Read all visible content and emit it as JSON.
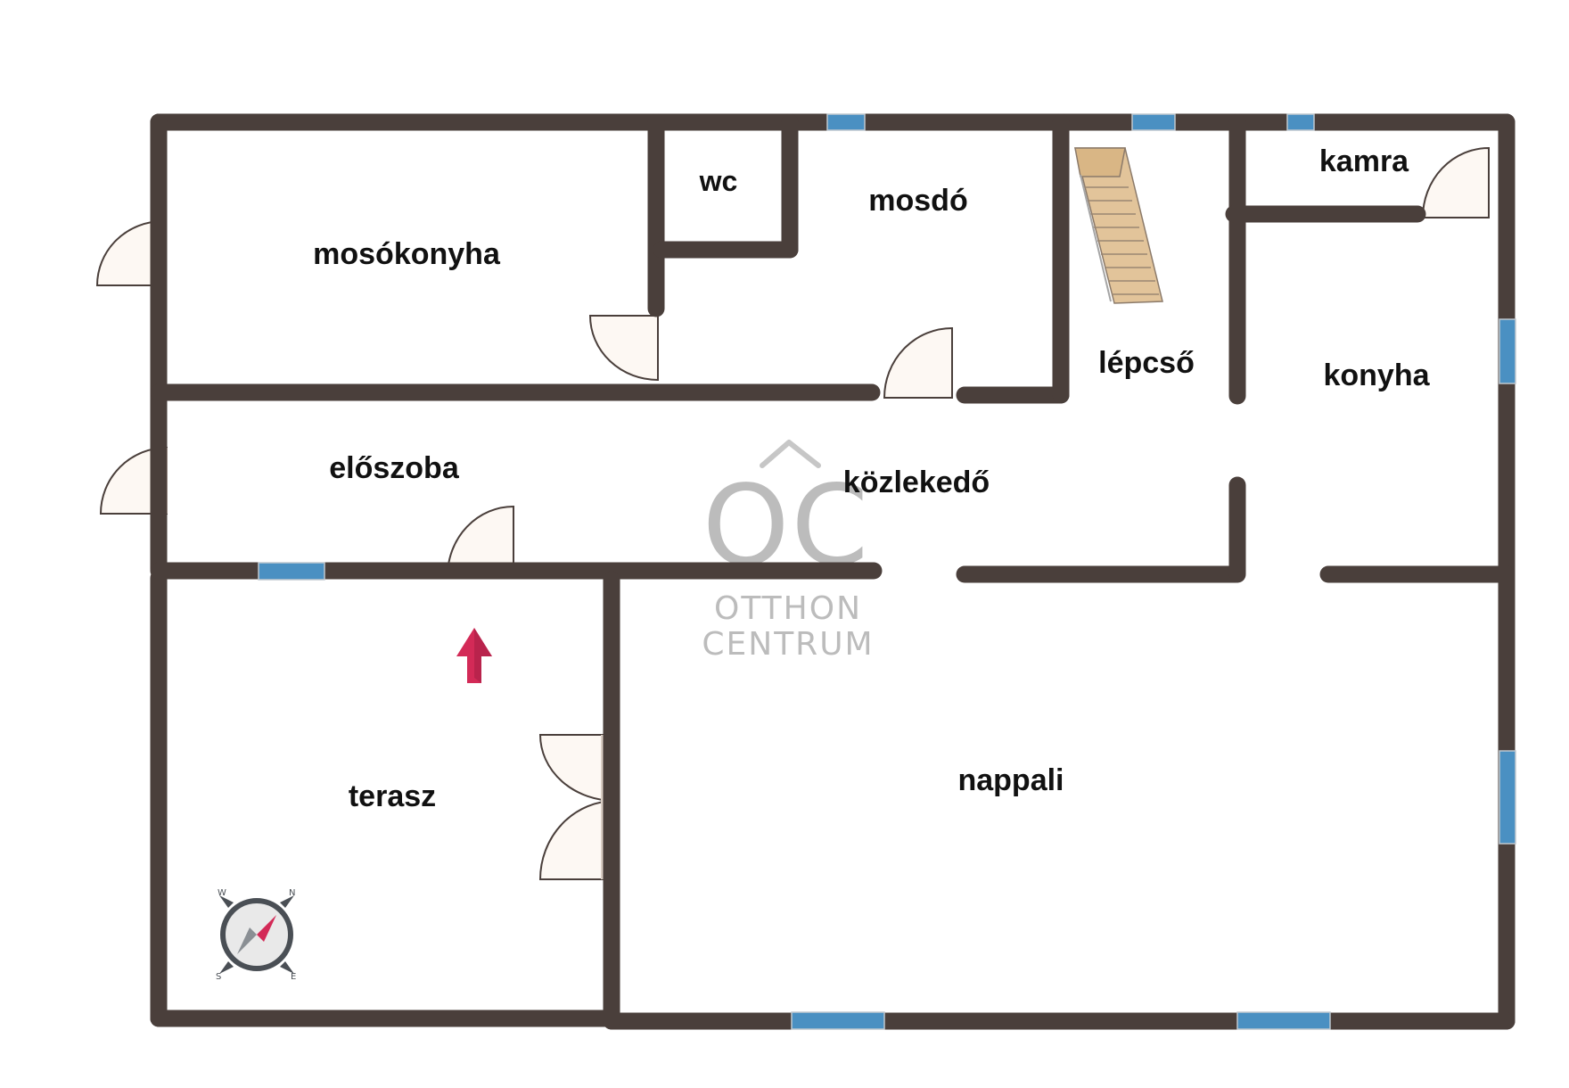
{
  "colors": {
    "wall": "#4a3f3b",
    "window": "#4a90c2",
    "door_fill": "#fdf8f3",
    "door_threshold": "#d9cdc3",
    "stair_wood": "#e2c49a",
    "arrow": "#d32a57",
    "watermark": "#b9b9b9"
  },
  "rooms": {
    "mosokonyha": "mosókonyha",
    "wc": "wc",
    "mosdo": "mosdó",
    "lepcso": "lépcső",
    "kamra": "kamra",
    "konyha": "konyha",
    "eloszoba": "előszoba",
    "kozlekedo": "közlekedő",
    "terasz": "terasz",
    "nappali": "nappali"
  },
  "watermark": {
    "logo": "OC",
    "line1": "OTTHON",
    "line2": "CENTRUM"
  },
  "compass": {
    "n": "N",
    "e": "E",
    "s": "S",
    "w": "W"
  },
  "icons": {
    "entrance_arrow": "arrow-up-icon",
    "compass": "compass-icon",
    "stairs": "staircase-icon"
  }
}
